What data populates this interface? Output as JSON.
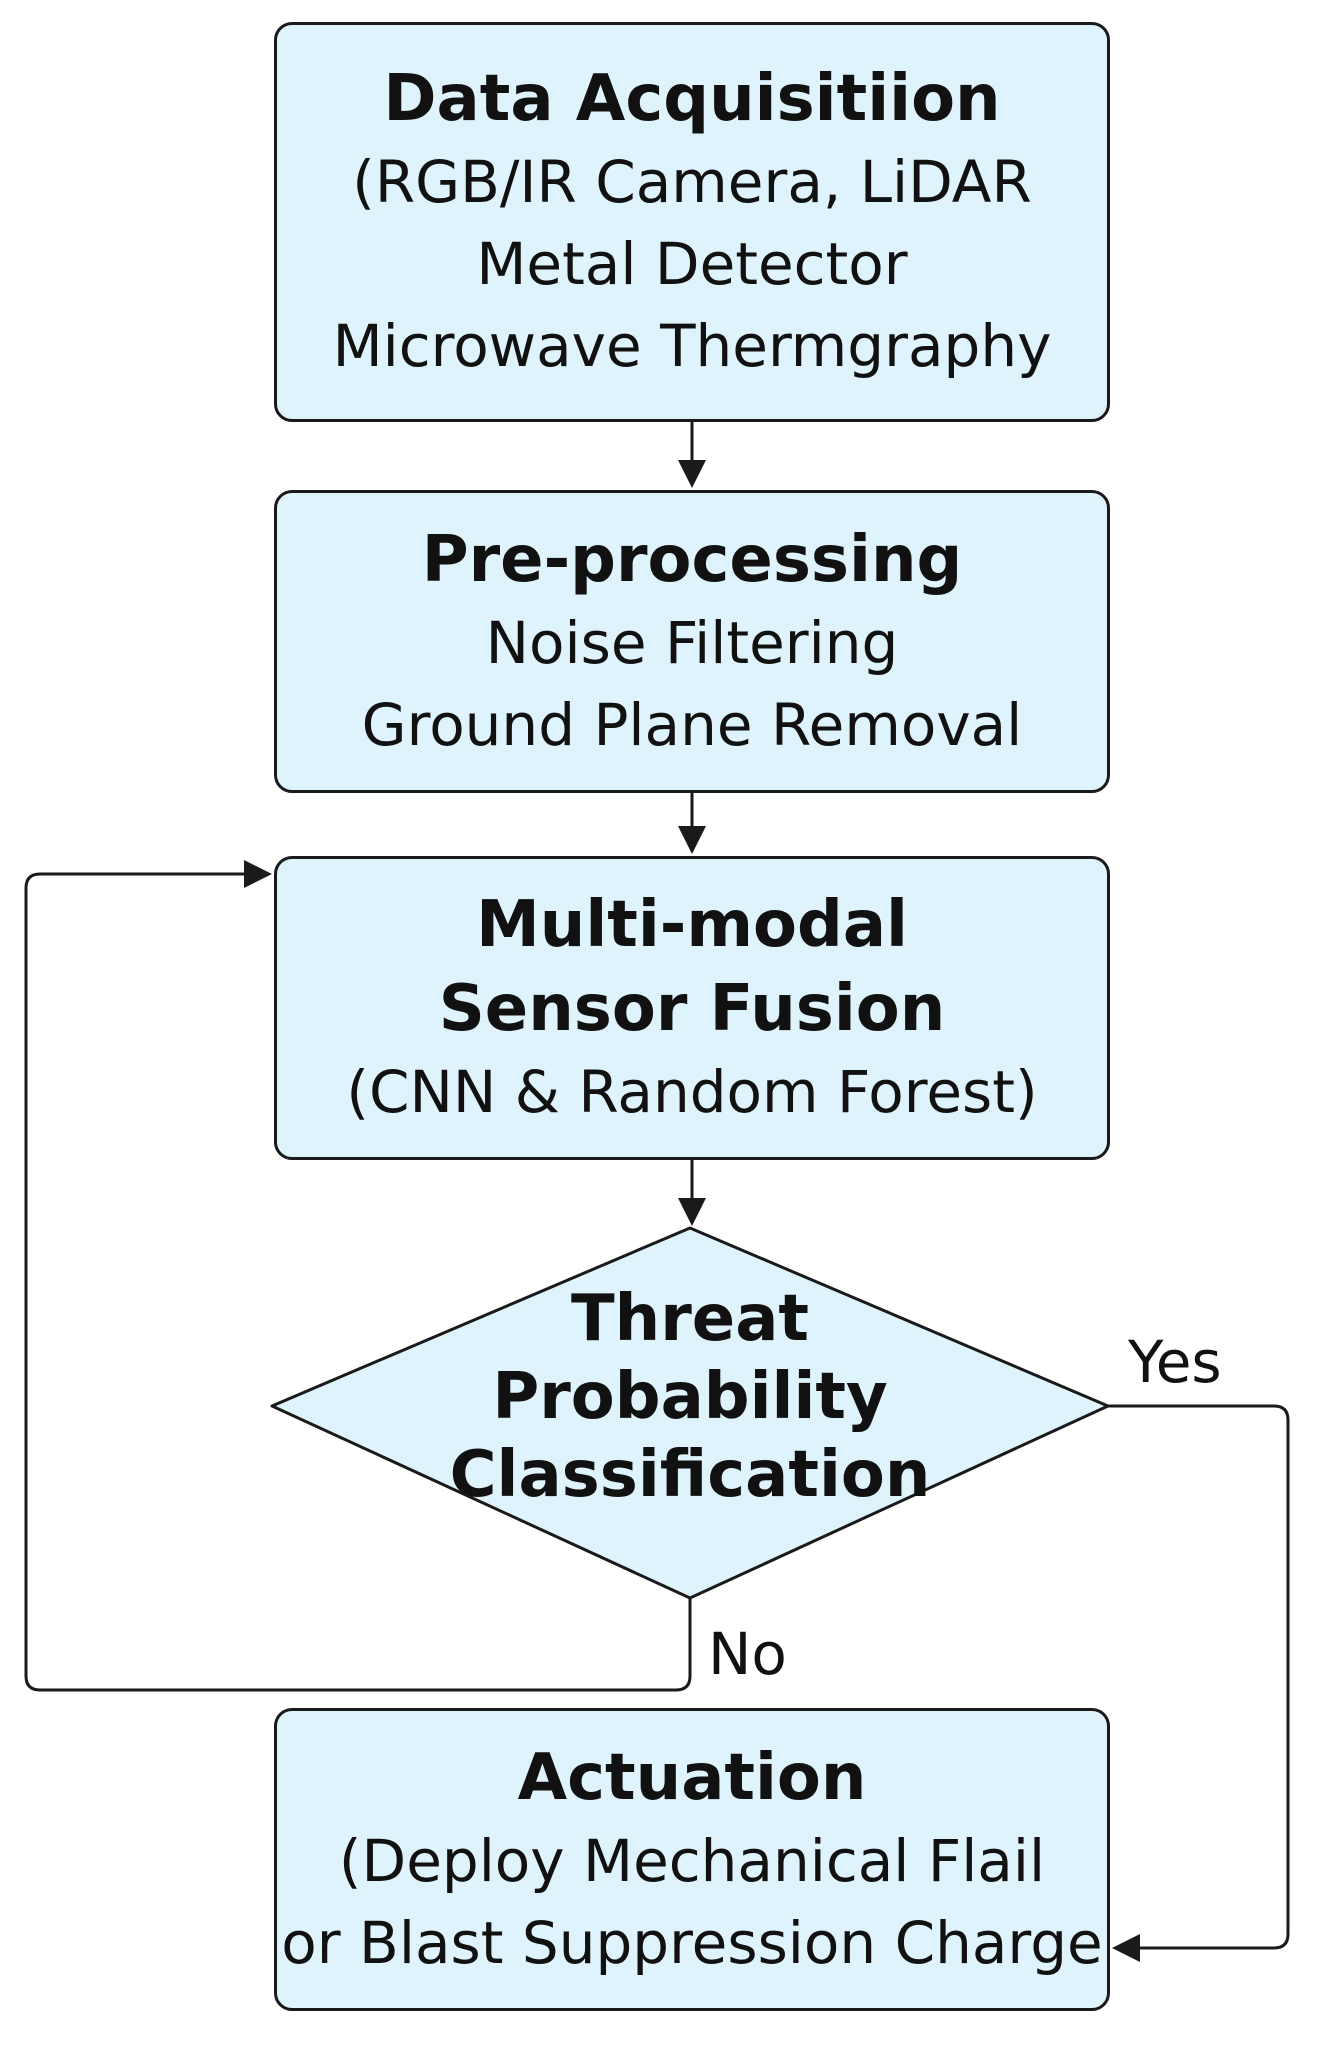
{
  "flowchart": {
    "data_acquisition": {
      "title": "Data Acquisitiion",
      "lines": [
        "(RGB/IR Camera, LiDAR",
        "Metal Detector",
        "Microwave Thermgraphy"
      ]
    },
    "preprocessing": {
      "title": "Pre-processing",
      "lines": [
        "Noise Filtering",
        "Ground Plane Removal"
      ]
    },
    "fusion": {
      "title_lines": [
        "Multi-modal",
        "Sensor Fusion"
      ],
      "lines": [
        "(CNN & Random Forest)"
      ]
    },
    "decision": {
      "lines": [
        "Threat",
        "Probability",
        "Classification"
      ]
    },
    "actuation": {
      "title": "Actuation",
      "lines": [
        "(Deploy Mechanical Flail",
        "or Blast Suppression Charge"
      ]
    },
    "edges": {
      "yes_label": "Yes",
      "no_label": "No"
    },
    "colors": {
      "box_fill": "#dff3fc",
      "stroke": "#1a1a1a"
    }
  }
}
